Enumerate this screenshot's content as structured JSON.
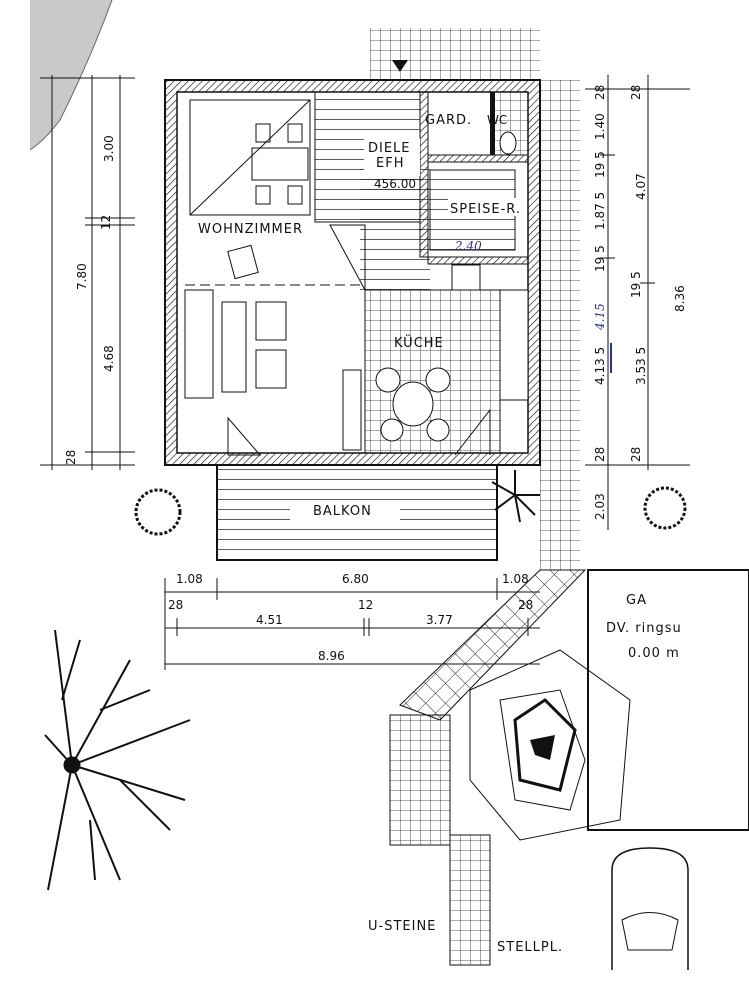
{
  "rooms": {
    "wohnzimmer": "WOHNZIMMER",
    "kueche": "KÜCHE",
    "balkon": "BALKON",
    "diele": "DIELE",
    "efh": "EFH",
    "efh_level": "456.00",
    "gard": "GARD.",
    "wc": "WC",
    "speise": "SPEISE-R.",
    "ga": "GA",
    "dv": "DV. ringsu",
    "ga_level": "0.00 m",
    "u_steine": "U-STEINE",
    "stellpl": "STELLPL."
  },
  "handwritten": {
    "speise_width": "2.40",
    "kitchen_height": "4.15"
  },
  "dims_left": {
    "total": "7.80",
    "top": "3.00",
    "wall_mid": "12",
    "bottom": "4.68",
    "wall_bottom": "28"
  },
  "dims_right": {
    "c1": [
      "28",
      "1.40",
      "19 5",
      "1.87 5",
      "19 5",
      "4.13 5",
      "28",
      "2.03"
    ],
    "c2": [
      "28",
      "4.07",
      "19 5",
      "3.53 5",
      "28"
    ],
    "total": "8.36"
  },
  "dims_bottom": {
    "row1": [
      "1.08",
      "6.80",
      "1.08"
    ],
    "row2": [
      "28",
      "4.51",
      "12",
      "3.77",
      "28"
    ],
    "total": "8.96"
  },
  "colors": {
    "ink": "#111111",
    "pen": "#2a2f8a",
    "paper": "#ffffff"
  }
}
